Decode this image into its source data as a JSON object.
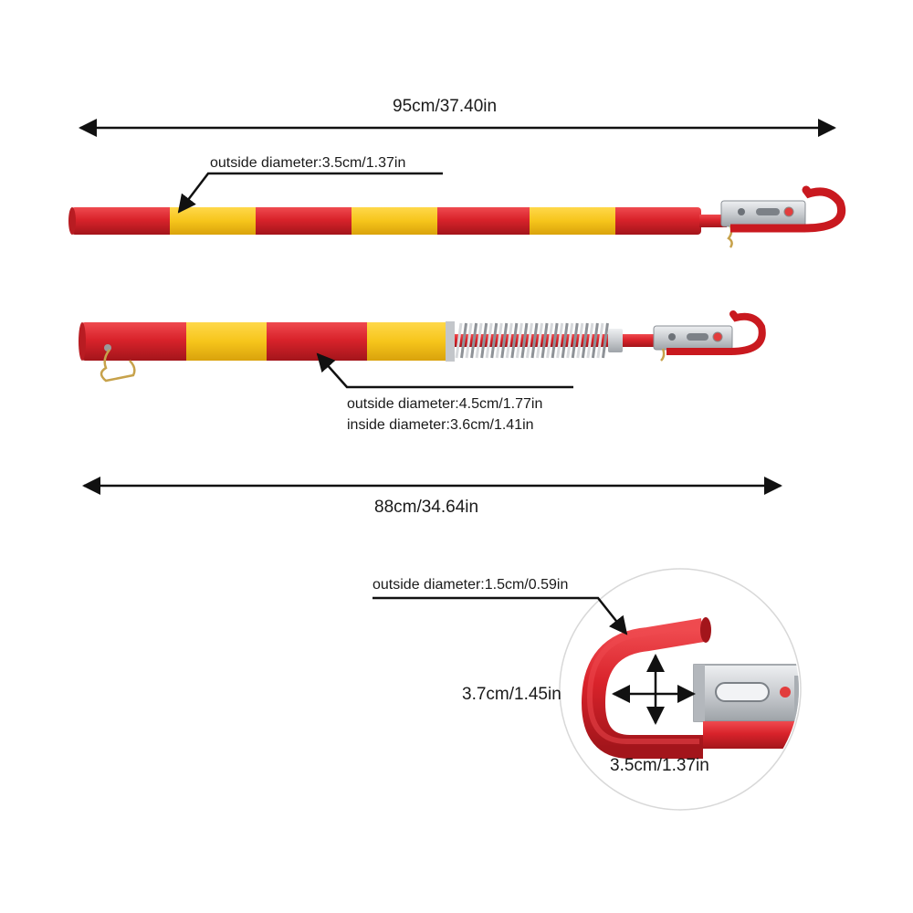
{
  "dimensions": {
    "long_rod_length": "95cm/37.40in",
    "short_rod_length": "88cm/34.64in",
    "hook_height": "3.7cm/1.45in",
    "hook_width": "3.5cm/1.37in"
  },
  "annotations": {
    "long_rod_outside": "outside diameter:3.5cm/1.37in",
    "sleeve_outside": "outside diameter:4.5cm/1.77in",
    "sleeve_inside": "inside diameter:3.6cm/1.41in",
    "hook_outside": "outside diameter:1.5cm/0.59in"
  },
  "colors": {
    "rod_red": "#d9232b",
    "reflective_yellow": "#f6c51b",
    "steel": "#c9ccd0"
  }
}
